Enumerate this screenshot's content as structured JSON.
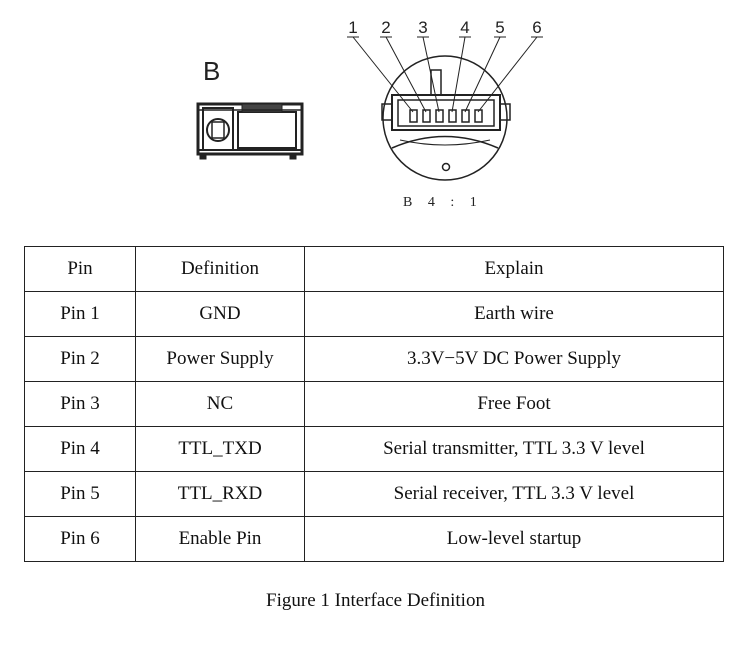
{
  "drawing": {
    "view_letter": "B",
    "scale_label": "B 4 : 1",
    "callouts": [
      "1",
      "2",
      "3",
      "4",
      "5",
      "6"
    ]
  },
  "table": {
    "headers": [
      "Pin",
      "Definition",
      "Explain"
    ],
    "rows": [
      [
        "Pin 1",
        "GND",
        "Earth wire"
      ],
      [
        "Pin 2",
        "Power Supply",
        "3.3V−5V DC Power Supply"
      ],
      [
        "Pin 3",
        "NC",
        "Free Foot"
      ],
      [
        "Pin 4",
        "TTL_TXD",
        "Serial transmitter, TTL 3.3 V level"
      ],
      [
        "Pin 5",
        "TTL_RXD",
        "Serial receiver, TTL 3.3 V level"
      ],
      [
        "Pin 6",
        "Enable Pin",
        "Low-level startup"
      ]
    ]
  },
  "caption": "Figure 1 Interface Definition"
}
